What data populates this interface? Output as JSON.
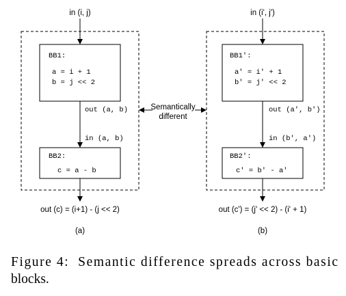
{
  "left": {
    "input": "in (i, j)",
    "bb1_title": "BB1:",
    "bb1_line1": "a = i + 1",
    "bb1_line2": "b = j << 2",
    "edge_out": "out (a, b)",
    "edge_in": "in (a, b)",
    "bb2_title": "BB2:",
    "bb2_line1": "c = a - b",
    "output": "out (c) = (i+1) - (j << 2)",
    "sublabel": "(a)"
  },
  "right": {
    "input": "in (i', j')",
    "bb1_title": "BB1':",
    "bb1_line1": "a' = i' + 1",
    "bb1_line2": "b' = j' << 2",
    "edge_out": "out (a', b')",
    "edge_in": "in (b', a')",
    "bb2_title": "BB2':",
    "bb2_line1": "c' = b' - a'",
    "output": "out (c') = (j' << 2) - (i' + 1)",
    "sublabel": "(b)"
  },
  "middle": {
    "line1": "Semantically",
    "line2": "different"
  },
  "caption": {
    "line1": "Figure 4:  Semantic difference spreads across basic",
    "line2": "blocks."
  }
}
